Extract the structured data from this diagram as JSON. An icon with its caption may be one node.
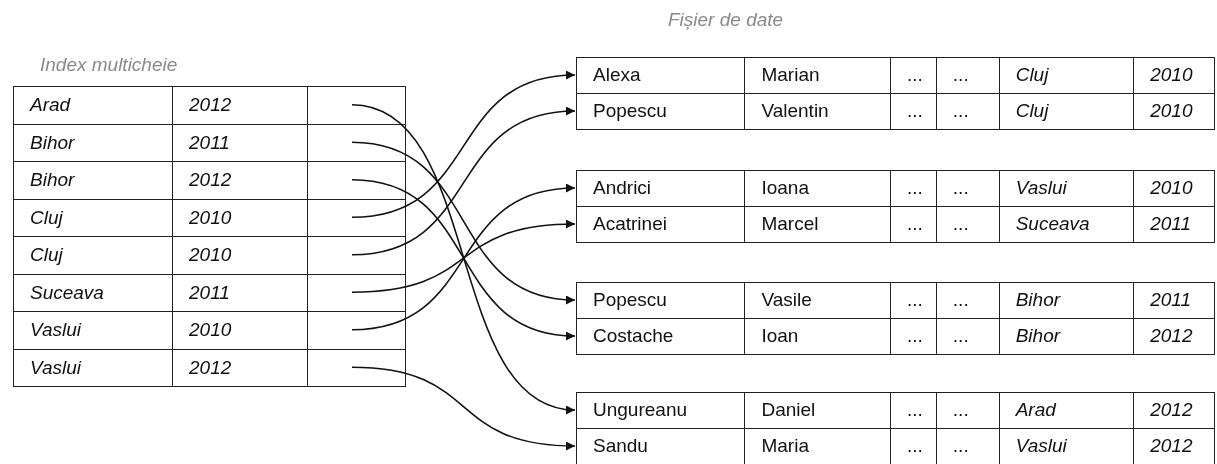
{
  "diagram": {
    "nodes": [
      {
        "text": [
          "Arad",
          "2012"
        ]
      },
      {
        "text": [
          "Bihor",
          "2011"
        ]
      },
      {
        "text": [
          "Bihor",
          "2012"
        ]
      },
      {
        "text": [
          "Cluj",
          "2010"
        ]
      },
      {
        "text": [
          "Cluj",
          "2010"
        ]
      },
      {
        "text": [
          "Suceava",
          "2011"
        ]
      },
      {
        "text": [
          "Vaslui",
          "2010"
        ]
      },
      {
        "text": [
          "Vaslui",
          "2012"
        ]
      },
      {
        "text": [],
        "shape": "box",
        "in": 0
      },
      {
        "text": [],
        "shape": "box",
        "in": 1
      },
      {
        "text": [],
        "shape": "box",
        "in": 2
      },
      {
        "text": [],
        "shape": "box",
        "in": 3
      },
      {
        "text": [],
        "shape": "box",
        "in": 4
      },
      {
        "text": [],
        "shape": "box",
        "in": 5
      },
      {
        "text": [],
        "shape": "box",
        "in": 6
      },
      {
        "text": [],
        "shape": "box",
        "in": 7
      },
      {
        "text": [
          "Alexa",
          "Marian",
          "...",
          "...",
          "Cluj",
          "2010"
        ]
      },
      {
        "text": [
          "Popescu",
          "Valentin",
          "...",
          "...",
          "Cluj",
          "2010"
        ]
      },
      {
        "text": [
          "Andrici",
          "Ioana",
          "...",
          "...",
          "Vaslui",
          "2010"
        ]
      },
      {
        "text": [
          "Acatrinei",
          "Marcel",
          "...",
          "...",
          "Suceava",
          "2011"
        ]
      },
      {
        "text": [
          "Popescu",
          "Vasile",
          "...",
          "...",
          "Bihor",
          "2011"
        ]
      },
      {
        "text": [
          "Costache",
          "Ioan",
          "...",
          "...",
          "Bihor",
          "2012"
        ]
      },
      {
        "text": [
          "Ungureanu",
          "Daniel",
          "...",
          "...",
          "Arad",
          "2012"
        ]
      },
      {
        "text": [
          "Sandu",
          "Maria",
          "...",
          "...",
          "Vaslui",
          "2012"
        ]
      }
    ],
    "edges": [
      {
        "from": 8,
        "to": 22,
        "arrow": "to"
      },
      {
        "from": 9,
        "to": 20,
        "arrow": "to"
      },
      {
        "from": 10,
        "to": 21,
        "arrow": "to"
      },
      {
        "from": 11,
        "to": 16,
        "arrow": "to"
      },
      {
        "from": 12,
        "to": 17,
        "arrow": "to"
      },
      {
        "from": 13,
        "to": 19,
        "arrow": "to"
      },
      {
        "from": 14,
        "to": 18,
        "arrow": "to"
      },
      {
        "from": 15,
        "to": 23,
        "arrow": "to"
      }
    ],
    "labels": [
      "Fișier de date",
      "Index multicheie"
    ]
  }
}
